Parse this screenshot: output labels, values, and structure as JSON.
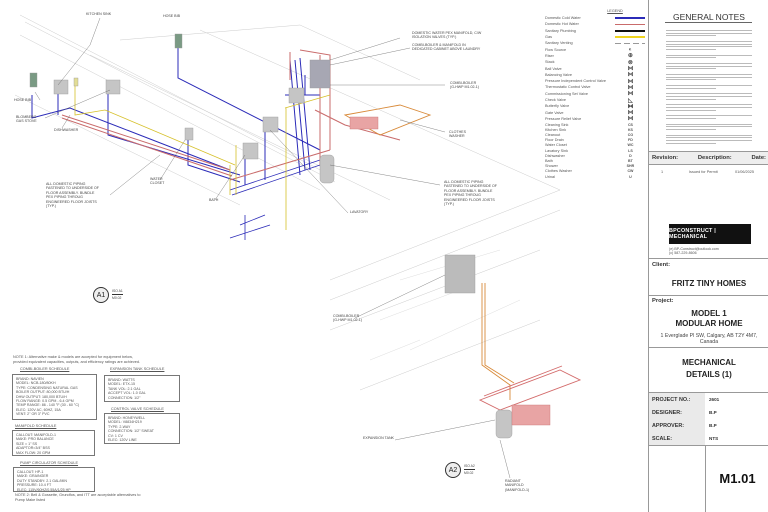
{
  "drawing": {
    "labels": {
      "kitchen_sink": "KITCHEN SINK",
      "hose_bib_top": "HOSE BIB",
      "hose_bib_left": "HOSE BIB",
      "gas_stove": "BLOMBERG\nGAS STOVE",
      "dishwasher": "DISHWASHER",
      "pex_manifold": "DOMESTIC WATER PEX MANIFOLD, c/w\nISOLATION VALVES (TYP.)",
      "boiler_cabinet": "COMBI-BOILER & MANIFOLD IN\nDEDICATED CABINET ABOVE LAUNDRY",
      "combi_boiler_top": "COMBI-BOILER\n(G-HWP M1.02-1)",
      "clothes_washer": "CLOTHES\nWASHER",
      "piping_note_right": "ALL DOMESTIC PIPING\nFASTENED TO UNDERSIDE OF\nFLOOR ASSEMBLY. BUNDLE\nPEX PIPING THROUG\nENGINEERED FLOOR JOISTS\n(TYP.)",
      "piping_note_left": "ALL DOMESTIC PIPING\nFASTENED TO UNDERSIDE OF\nFLOOR ASSEMBLY. BUNDLE\nPEX PIPING THROUG\nENGINEERED FLOOR JOISTS\n(TYP.)",
      "water_closet": "WATER\nCLOSET",
      "bath": "BATH",
      "lavatory": "LAVATORY",
      "combi_boiler_bottom": "COMBI-BOILER\n(G-HWP M1.02-1)",
      "expansion_tank": "EXPANSION TANK",
      "radiant_manifold": "RADIANT\nMANIFOLD\n(MANIFOLD-1)"
    },
    "markers": [
      {
        "id": "A1",
        "ref_top": "ISO A1",
        "ref_bottom": "M0.02"
      },
      {
        "id": "A2",
        "ref_top": "ISO A2",
        "ref_bottom": "M0.02"
      }
    ],
    "colors": {
      "cold": "#2b2bb8",
      "hot": "#c96b6b",
      "sanitary": "#111111",
      "gas": "#e3cf2a",
      "radiant": "#d88a3a",
      "equipment": "#b9b9b9"
    }
  },
  "legend": {
    "title": "LEGEND",
    "lines": [
      {
        "label": "Domestic Cold Water",
        "color": "#2b2bb8",
        "style": "solid"
      },
      {
        "label": "Domestic Hot Water",
        "color": "#c96b6b",
        "style": "solid"
      },
      {
        "label": "Sanitary Plumbing",
        "color": "#111111",
        "style": "solid"
      },
      {
        "label": "Gas",
        "color": "#f0d51f",
        "style": "solid"
      },
      {
        "label": "Sanitary Venting",
        "color": "#999999",
        "style": "dashed"
      }
    ],
    "symbols": [
      {
        "label": "Flow Source",
        "icon": "flow-source-icon",
        "glyph": "◐"
      },
      {
        "label": "Riser",
        "icon": "riser-icon",
        "glyph": "⊕"
      },
      {
        "label": "Stack",
        "icon": "stack-icon",
        "glyph": "⊗"
      },
      {
        "label": "Ball Valve",
        "icon": "ball-valve-icon",
        "glyph": "⋈"
      },
      {
        "label": "Balancing Valve",
        "icon": "balancing-valve-icon",
        "glyph": "⋈"
      },
      {
        "label": "Pressure Independent Control Valve",
        "icon": "picv-icon",
        "glyph": "⋈"
      },
      {
        "label": "Thermostatic Control Valve",
        "icon": "thermostatic-valve-icon",
        "glyph": "⋈"
      },
      {
        "label": "Commissioning Set Valve",
        "icon": "commissioning-valve-icon",
        "glyph": "⋈"
      },
      {
        "label": "Check Valve",
        "icon": "check-valve-icon",
        "glyph": "◺"
      },
      {
        "label": "Butterfly Valve",
        "icon": "butterfly-valve-icon",
        "glyph": "⧓"
      },
      {
        "label": "Gate Valve",
        "icon": "gate-valve-icon",
        "glyph": "⋈"
      },
      {
        "label": "Pressure Relief Valve",
        "icon": "relief-valve-icon",
        "glyph": "⋈"
      }
    ],
    "fixtures": [
      {
        "label": "Cleaning Sink",
        "code": "CS"
      },
      {
        "label": "Kitchen Sink",
        "code": "KS"
      },
      {
        "label": "Cleanout",
        "code": "CO"
      },
      {
        "label": "Floor Drain",
        "code": "FD"
      },
      {
        "label": "Water Closet",
        "code": "WC"
      },
      {
        "label": "Lavatory Sink",
        "code": "LS"
      },
      {
        "label": "Dishwasher",
        "code": "D"
      },
      {
        "label": "Bath",
        "code": "BT"
      },
      {
        "label": "Shower",
        "code": "SHR"
      },
      {
        "label": "Clothes Washer",
        "code": "CW"
      },
      {
        "label": "Urinal",
        "code": "U"
      }
    ]
  },
  "schedules": {
    "note1": "NOTE 1: Alternative make & models are accepted for equipment below,\nprovided equivalent capacities, outputs, and efficiency ratings are achieved.",
    "combi_boiler": {
      "title": "COMBI-BOILER SCHEDULE",
      "lines": [
        "BRAND: NAVIEN",
        "MODEL: NCB-180/80KH",
        "TYPE: CONDENSING NATURAL GAS",
        "BOILER OUTPUT: 80,000 BTU/H",
        "DHW OUTPUT: 180,000 BTU/h",
        "FLOW RANGE: 0.5 GPM - 6.4 GPM",
        "TEMP RANGE: 86 - 140 °F (30 - 60 °C)",
        "ELEC: 120V AC, 60Hz, 15A",
        "VENT: 2\" or 3\" PVC"
      ]
    },
    "expansion_tank": {
      "title": "EXPANSION TANK SCHEDULE",
      "lines": [
        "BRAND: WATTS",
        "MODEL: ETX-15",
        "TANK VOL: 2.1 GAL",
        "ACCEPT VOL: 1.0 GAL",
        "CONNECTION: 1/2\""
      ]
    },
    "control_valve": {
      "title": "CONTROL VALVE SCHEDULE",
      "lines": [
        "BRAND: HONEYWELL",
        "MODEL: V8834H219",
        "TYPE: 2-WAY",
        "CONNECTION: 1/2\" SWEAT",
        "CV: 1 Cv",
        "ELEC: 120V LINE"
      ]
    },
    "manifold": {
      "title": "MANIFOLD SCHEDULE",
      "lines": [
        "CALLOUT: MANIFOLD-1",
        "MAKE: PRO BALANCE",
        "SIZE = 1\" SS",
        "ADAPTOR=3/4\" BSS",
        "MAX FLOW: 20 GPM"
      ]
    },
    "pump": {
      "title": "PUMP CIRCULATOR SCHEDULE",
      "lines": [
        "CALLOUT: HP-1",
        "MAKE: GRAINGER",
        "DUTY STANDBY: 2.1 Gal/Min",
        "PRESSURE: 10.4 ft",
        "ELEC: 115V/60Hz/0.55A/1/25 HP"
      ]
    },
    "note2": "NOTE 2: Bell & Gossette, Grundfos, and ITT are acceptable alternatives to\nPump Make listed"
  },
  "title_block": {
    "general_notes_title": "GENERAL NOTES",
    "revision": {
      "headers": [
        "Revision:",
        "Description:",
        "Date:"
      ],
      "rows": [
        {
          "rev": "1",
          "description": "Issued for Permit",
          "date": "01/06/2025"
        }
      ]
    },
    "company": {
      "name": "BPCONSTRUCT | MECHANICAL",
      "email": "(e) BP-Construct@outlook.com",
      "phone": "(c) 587-229-8606"
    },
    "client_label": "Client:",
    "client": "FRITZ TINY HOMES",
    "project_label": "Project:",
    "project_line1": "MODEL 1",
    "project_line2": "MODULAR HOME",
    "address": "1 Everglade Pl SW, Calgary, AB T2Y 4M7, Canada",
    "sheet_title_line1": "MECHANICAL",
    "sheet_title_line2": "DETAILS (1)",
    "info": [
      {
        "label": "PROJECT NO.:",
        "value": "2601"
      },
      {
        "label": "DESIGNER:",
        "value": "B.P"
      },
      {
        "label": "APPROVER:",
        "value": "B.P"
      },
      {
        "label": "SCALE:",
        "value": "NTS"
      }
    ],
    "sheet_number": "M1.01"
  }
}
